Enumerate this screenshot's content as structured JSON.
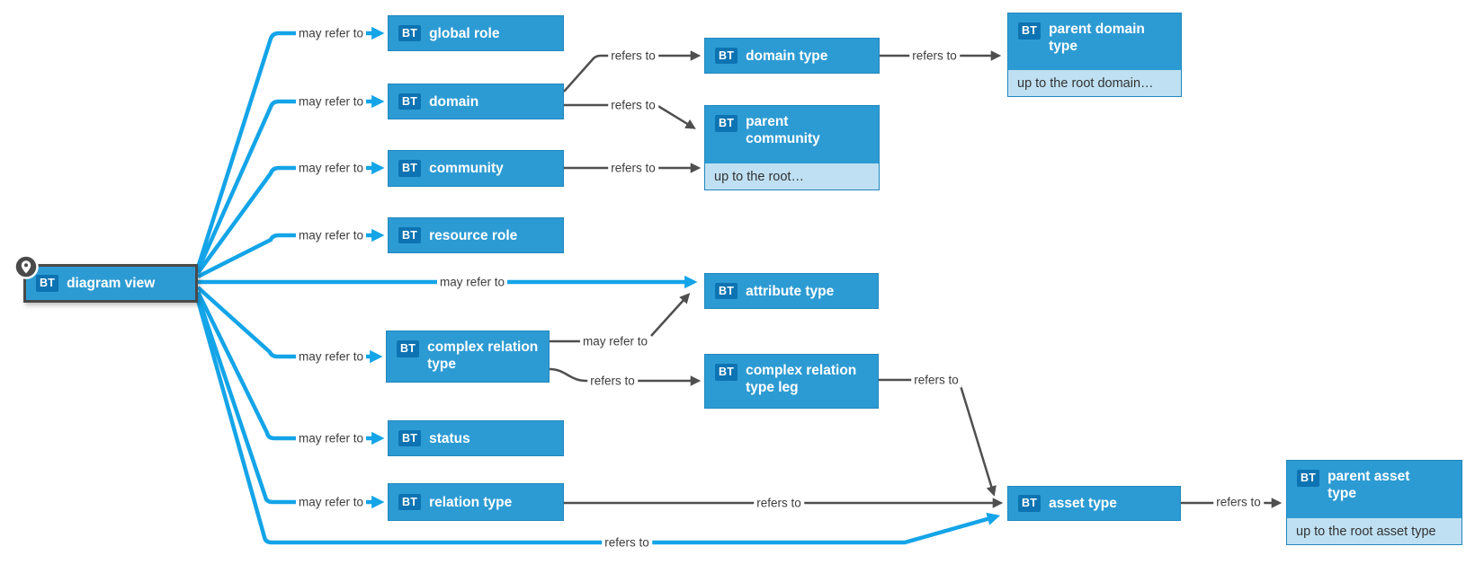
{
  "diagram": {
    "badge_text": "BT",
    "root_node": {
      "label": "diagram view"
    },
    "nodes": [
      {
        "id": "global-role",
        "label": "global role"
      },
      {
        "id": "domain",
        "label": "domain"
      },
      {
        "id": "community",
        "label": "community"
      },
      {
        "id": "resource-role",
        "label": "resource role"
      },
      {
        "id": "attribute-type",
        "label": "attribute type"
      },
      {
        "id": "complex-relation-type",
        "label": "complex relation type"
      },
      {
        "id": "status",
        "label": "status"
      },
      {
        "id": "relation-type",
        "label": "relation type"
      },
      {
        "id": "domain-type",
        "label": "domain type"
      },
      {
        "id": "parent-community",
        "label": "parent community",
        "note": "up to the root…"
      },
      {
        "id": "complex-relation-type-leg",
        "label": "complex relation type leg"
      },
      {
        "id": "asset-type",
        "label": "asset type"
      },
      {
        "id": "parent-domain-type",
        "label": "parent domain type",
        "note": "up to the root domain…"
      },
      {
        "id": "parent-asset-type",
        "label": "parent asset type",
        "note": "up to the root asset type"
      }
    ],
    "edges": [
      {
        "from": "diagram view",
        "to": "global role",
        "label": "may refer to",
        "style": "cyan"
      },
      {
        "from": "diagram view",
        "to": "domain",
        "label": "may refer to",
        "style": "cyan"
      },
      {
        "from": "diagram view",
        "to": "community",
        "label": "may refer to",
        "style": "cyan"
      },
      {
        "from": "diagram view",
        "to": "resource role",
        "label": "may refer to",
        "style": "cyan"
      },
      {
        "from": "diagram view",
        "to": "attribute type",
        "label": "may refer to",
        "style": "cyan"
      },
      {
        "from": "diagram view",
        "to": "complex relation type",
        "label": "may refer to",
        "style": "cyan"
      },
      {
        "from": "diagram view",
        "to": "status",
        "label": "may refer to",
        "style": "cyan"
      },
      {
        "from": "diagram view",
        "to": "relation type",
        "label": "may refer to",
        "style": "cyan"
      },
      {
        "from": "diagram view",
        "to": "asset type",
        "label": "refers to",
        "style": "cyan"
      },
      {
        "from": "domain",
        "to": "domain type",
        "label": "refers to",
        "style": "gray"
      },
      {
        "from": "domain",
        "to": "parent community",
        "label": "refers to",
        "style": "gray"
      },
      {
        "from": "community",
        "to": "parent community",
        "label": "refers to",
        "style": "gray"
      },
      {
        "from": "complex relation type",
        "to": "attribute type",
        "label": "may refer to",
        "style": "gray"
      },
      {
        "from": "complex relation type",
        "to": "complex relation type leg",
        "label": "refers to",
        "style": "gray"
      },
      {
        "from": "complex relation type leg",
        "to": "asset type",
        "label": "refers to",
        "style": "gray"
      },
      {
        "from": "relation type",
        "to": "asset type",
        "label": "refers to",
        "style": "gray"
      },
      {
        "from": "domain type",
        "to": "parent domain type",
        "label": "refers to",
        "style": "gray"
      },
      {
        "from": "asset type",
        "to": "parent asset type",
        "label": "refers to",
        "style": "gray"
      }
    ],
    "colors": {
      "node_fill": "#2d9bd3",
      "badge_fill": "#0d73b2",
      "note_fill": "#bfe0f2",
      "edge_cyan": "#14a4e8",
      "edge_gray": "#4f4f4f",
      "selected_border": "#4a4a4a"
    }
  }
}
